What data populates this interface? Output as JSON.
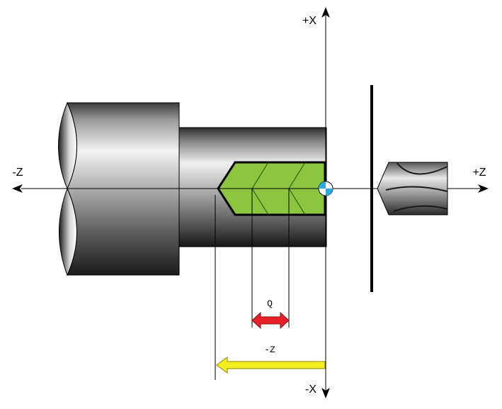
{
  "axes": {
    "plus_x": "+X",
    "minus_x": "-X",
    "plus_z": "+Z",
    "minus_z": "-Z"
  },
  "dimensions": {
    "q_label": "Q",
    "z_label": "-Z"
  },
  "colors": {
    "drilled_hole": "#8CC63F",
    "q_arrow": "#E8202A",
    "z_arrow": "#F5EE1E",
    "origin_marker": "#29ABE2"
  }
}
